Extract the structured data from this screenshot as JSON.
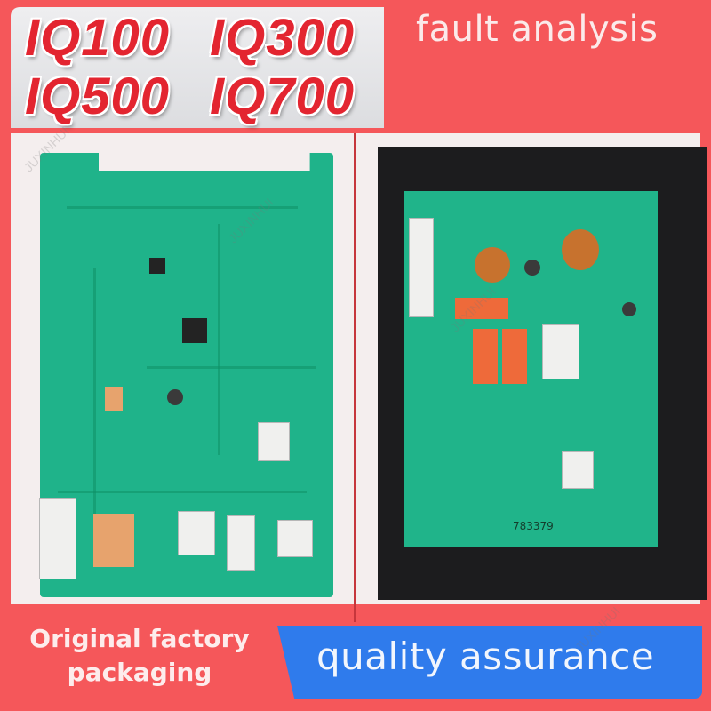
{
  "header": {
    "models": [
      "IQ100",
      "IQ300",
      "IQ500",
      "IQ700"
    ],
    "fault_label": "fault analysis"
  },
  "images": {
    "left_board": "green control PCB with relays, chips and connectors",
    "right_board": "control PCB mounted in black plastic housing",
    "board_marking": "783379"
  },
  "footer": {
    "factory_line1": "Original factory",
    "factory_line2": "packaging",
    "quality_label": "quality assurance"
  },
  "watermark": "JUXINHUI",
  "colors": {
    "brand_red": "#f5575a",
    "model_red": "#e32530",
    "quality_blue": "#2f7bec",
    "pcb_green": "#1fb38a"
  }
}
